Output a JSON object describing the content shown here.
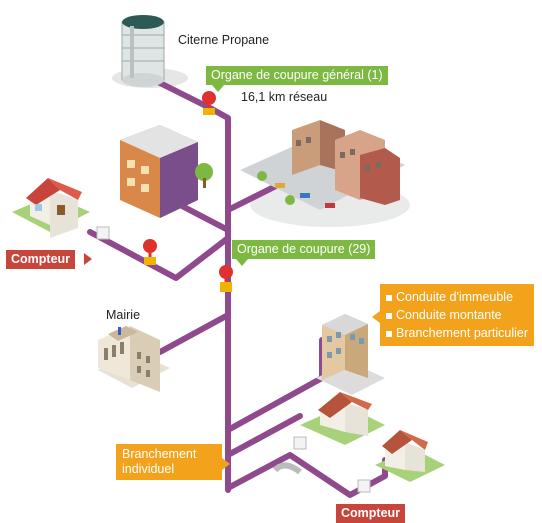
{
  "labels": {
    "tank": "Citerne Propane",
    "network_length": "16,1 km réseau",
    "mairie": "Mairie",
    "main_shutoff": "Organe de coupure général (1)",
    "shutoff": "Organe de coupure (29)",
    "meter_left": "Compteur",
    "meter_bottom": "Compteur",
    "individual_branch": "Branchement individuel"
  },
  "legend": {
    "items": [
      "Conduite d'immeuble",
      "Conduite montante",
      "Branchement particulier"
    ]
  },
  "colors": {
    "pipe": "#8e4a8c",
    "green_tag": "#7db942",
    "red_tag": "#c8453b",
    "orange_tag": "#f3a21c",
    "valve": "#e0312e"
  }
}
